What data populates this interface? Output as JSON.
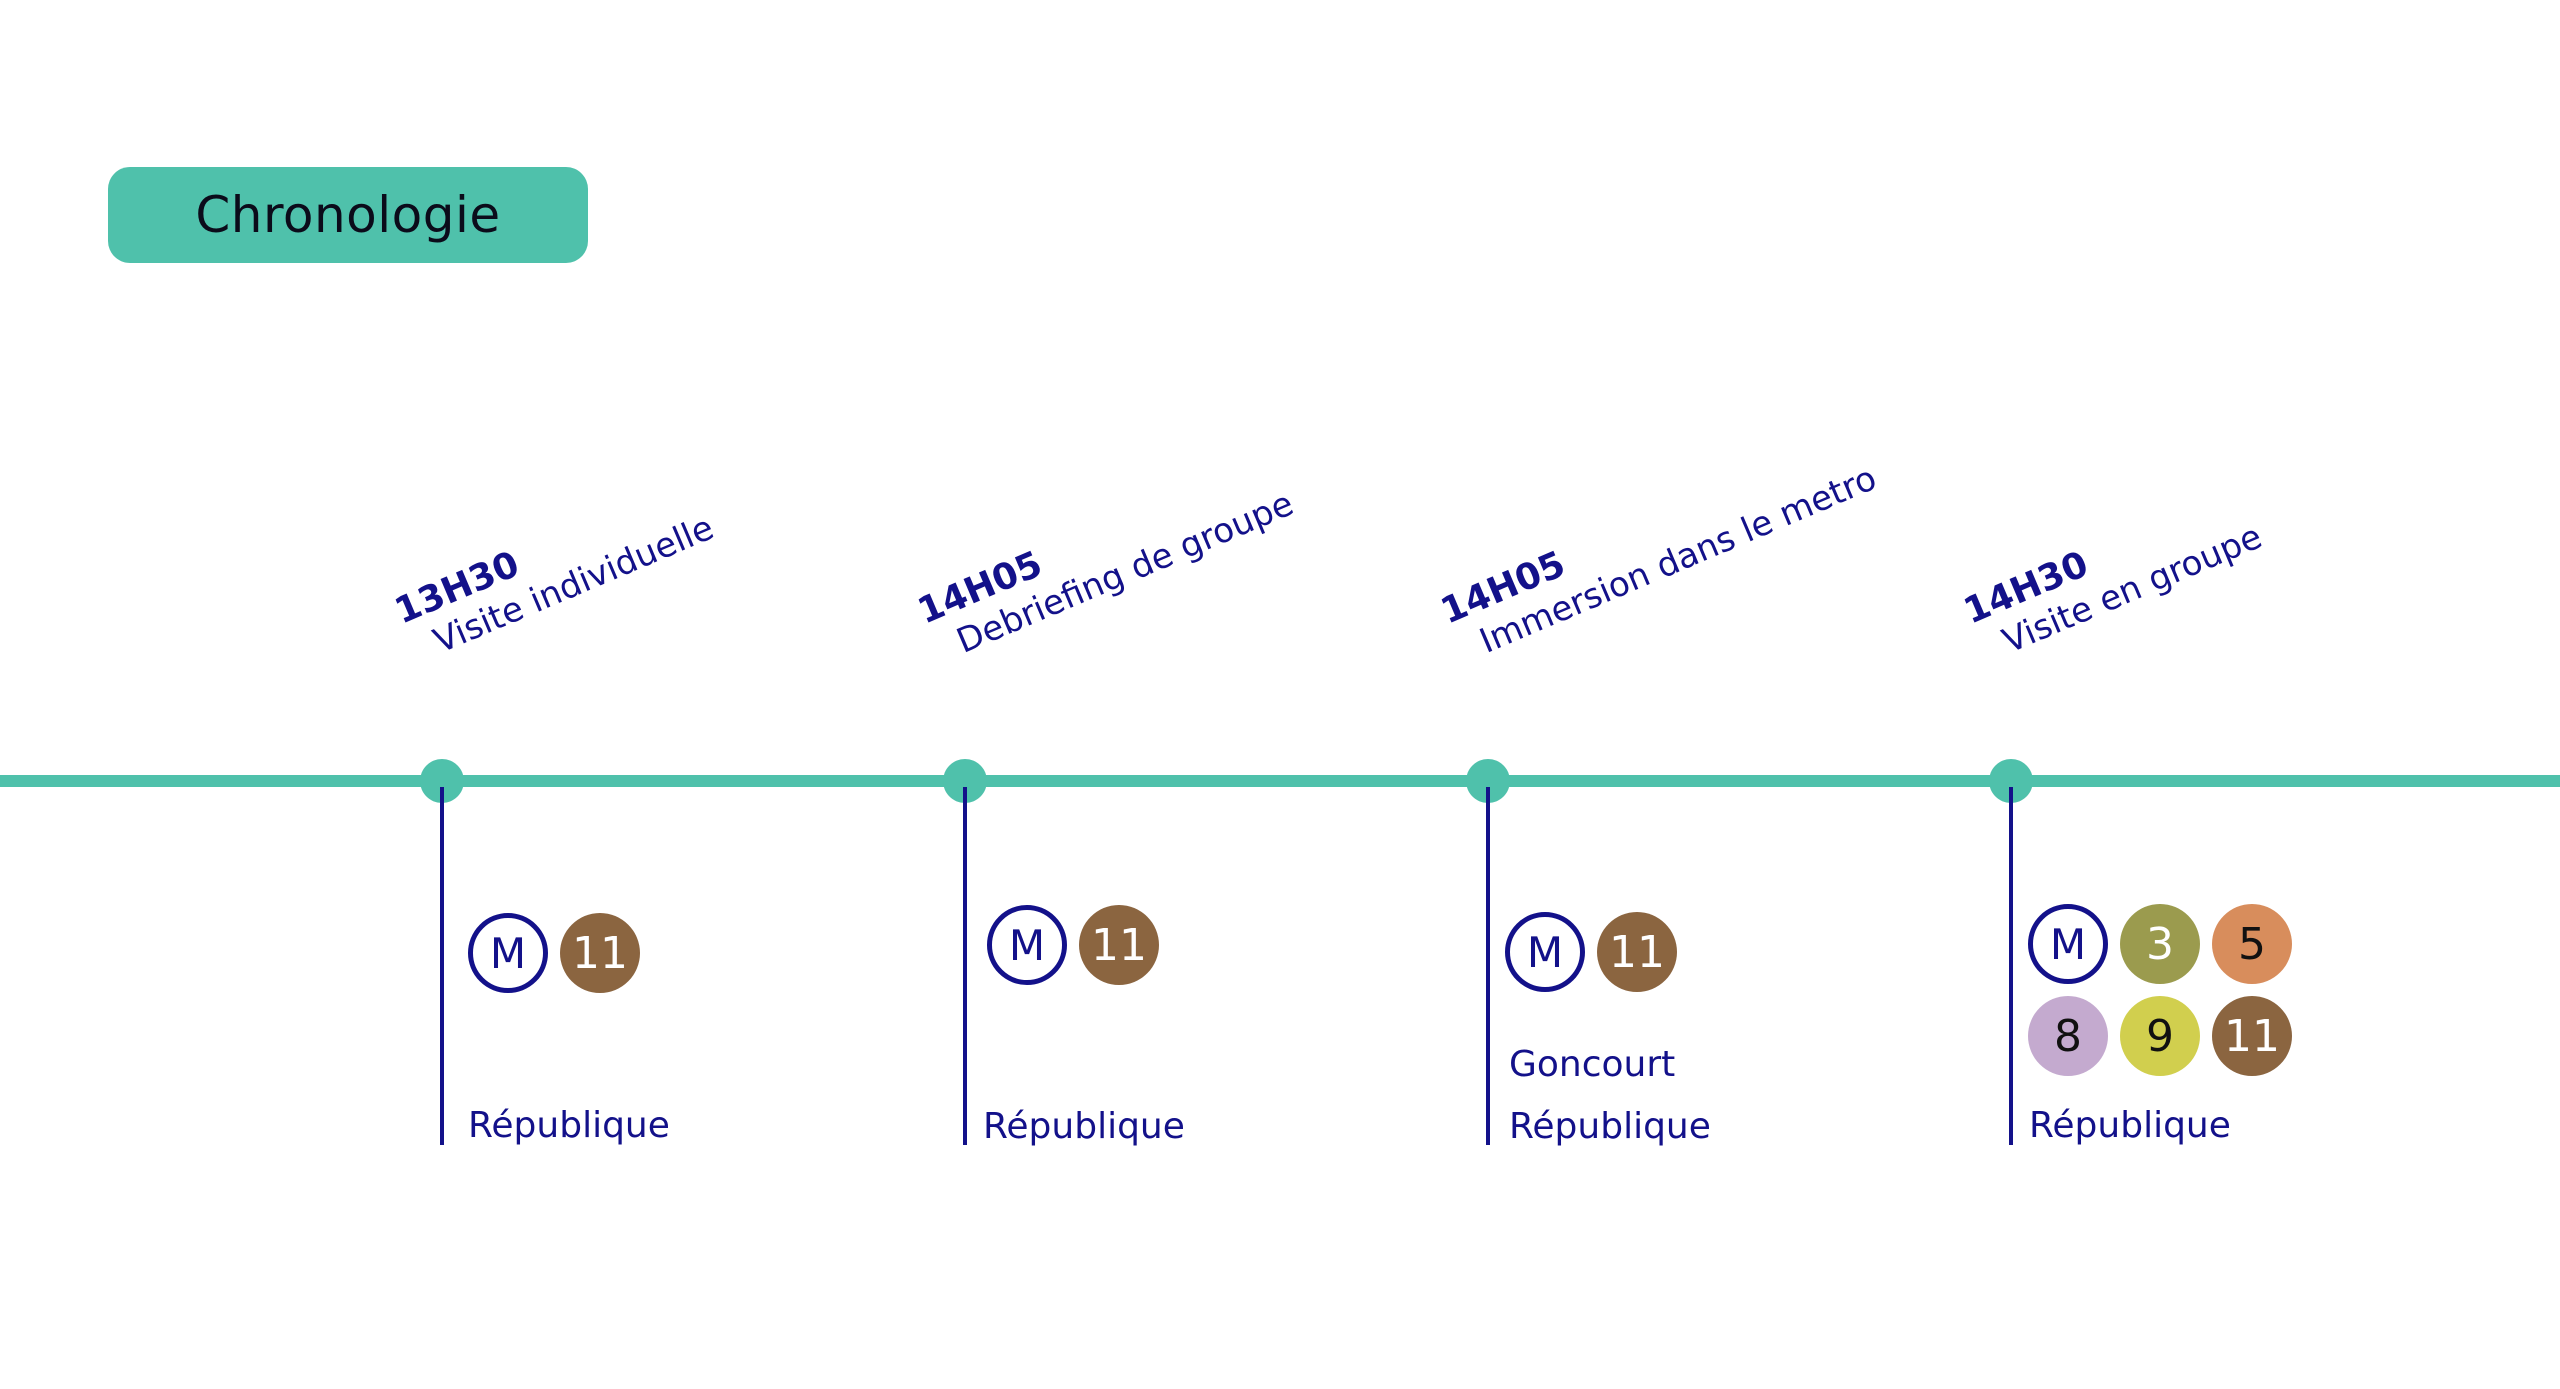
{
  "header": {
    "title": "Chronologie"
  },
  "colors": {
    "accent": "#4fc1ab",
    "ink": "#13118a",
    "title_text": "#0b0b1a"
  },
  "events": [
    {
      "time": "13H30",
      "title": "Visite individuelle",
      "metro_symbol": "M",
      "lines": [
        {
          "label": "11",
          "color": "#8b6540",
          "text_color": "#ffffff"
        }
      ],
      "stations": [
        "République"
      ]
    },
    {
      "time": "14H05",
      "title": "Debriefing de groupe",
      "metro_symbol": "M",
      "lines": [
        {
          "label": "11",
          "color": "#8b6540",
          "text_color": "#ffffff"
        }
      ],
      "stations": [
        "République"
      ]
    },
    {
      "time": "14H05",
      "title": "Immersion dans le metro",
      "metro_symbol": "M",
      "lines": [
        {
          "label": "11",
          "color": "#8b6540",
          "text_color": "#ffffff"
        }
      ],
      "stations": [
        "Goncourt",
        "République"
      ]
    },
    {
      "time": "14H30",
      "title": "Visite en groupe",
      "metro_symbol": "M",
      "lines": [
        {
          "label": "3",
          "color": "#9b9b4e",
          "text_color": "#ffffff"
        },
        {
          "label": "5",
          "color": "#d88d5c",
          "text_color": "#111111"
        },
        {
          "label": "8",
          "color": "#c4aacf",
          "text_color": "#111111"
        },
        {
          "label": "9",
          "color": "#d1cf4e",
          "text_color": "#111111"
        },
        {
          "label": "11",
          "color": "#8b6540",
          "text_color": "#ffffff"
        }
      ],
      "stations": [
        "République"
      ]
    }
  ]
}
